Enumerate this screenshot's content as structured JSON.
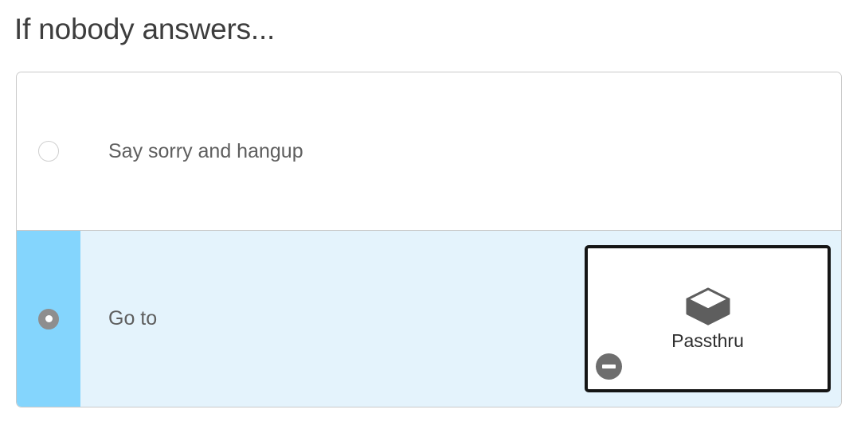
{
  "page": {
    "title": "If nobody answers..."
  },
  "options": {
    "items": [
      {
        "label": "Say sorry and hangup",
        "selected": false,
        "radio_icon": "radio-unchecked-icon"
      },
      {
        "label": "Go to",
        "selected": true,
        "radio_icon": "radio-checked-icon"
      }
    ]
  },
  "target_card": {
    "label": "Passthru",
    "icon": "cube-icon",
    "remove_icon": "minus-circle-icon"
  },
  "colors": {
    "title_text": "#3d3d3d",
    "option_text": "#5e5e5e",
    "panel_border": "#c9c9c9",
    "selected_row_bg": "#e4f3fc",
    "selected_gutter_bg": "#84d5fd",
    "radio_selected": "#8e8e8e",
    "radio_unselected_border": "#cfcfcf",
    "card_border": "#151515",
    "card_label_text": "#2e2e2e",
    "cube_body": "#5e5e5e",
    "remove_button_bg": "#6e6e6e"
  }
}
